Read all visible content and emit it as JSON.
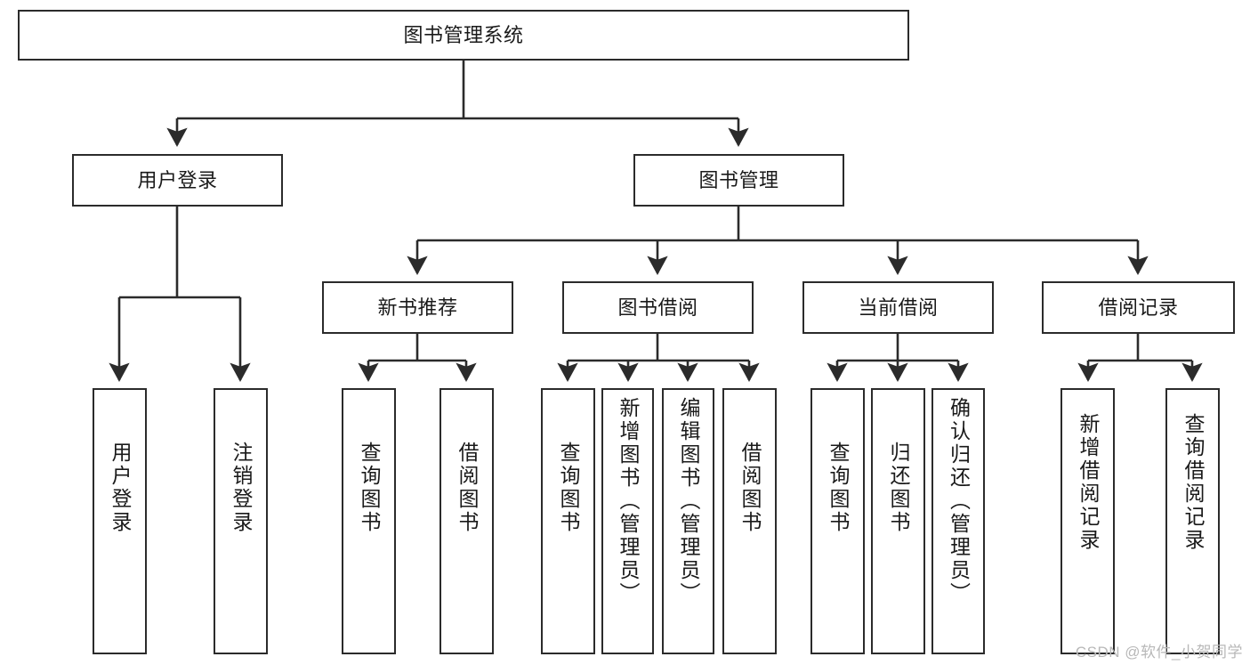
{
  "diagram": {
    "title": "图书管理系统",
    "type": "tree-hierarchy-diagram",
    "watermark": "CSDN @软件_小贺同学",
    "colors": {
      "box_border": "#2b2b2b",
      "box_fill": "#ffffff",
      "edge": "#2b2b2b",
      "text": "#1a1a1a",
      "watermark": "#b8b8b8",
      "background": "#ffffff"
    },
    "nodes": {
      "root": {
        "label": "图书管理系统",
        "level": 1,
        "orientation": "horizontal"
      },
      "user_login": {
        "label": "用户登录",
        "level": 2,
        "orientation": "horizontal"
      },
      "book_manage": {
        "label": "图书管理",
        "level": 2,
        "orientation": "horizontal"
      },
      "new_book_rec": {
        "label": "新书推荐",
        "level": 3,
        "orientation": "horizontal"
      },
      "book_borrow": {
        "label": "图书借阅",
        "level": 3,
        "orientation": "horizontal"
      },
      "current_borrow": {
        "label": "当前借阅",
        "level": 3,
        "orientation": "horizontal"
      },
      "borrow_record": {
        "label": "借阅记录",
        "level": 3,
        "orientation": "horizontal"
      },
      "leaf_user_login": {
        "label": "用户登录",
        "level": 3,
        "orientation": "vertical"
      },
      "leaf_logout": {
        "label": "注销登录",
        "level": 3,
        "orientation": "vertical"
      },
      "leaf_query_book_1": {
        "label": "查询图书",
        "level": 4,
        "orientation": "vertical"
      },
      "leaf_borrow_book_1": {
        "label": "借阅图书",
        "level": 4,
        "orientation": "vertical"
      },
      "leaf_query_book_2": {
        "label": "查询图书",
        "level": 4,
        "orientation": "vertical"
      },
      "leaf_add_book": {
        "label": "新增图书（管理员）",
        "level": 4,
        "orientation": "vertical"
      },
      "leaf_edit_book": {
        "label": "编辑图书（管理员）",
        "level": 4,
        "orientation": "vertical"
      },
      "leaf_borrow_book_2": {
        "label": "借阅图书",
        "level": 4,
        "orientation": "vertical"
      },
      "leaf_query_book_3": {
        "label": "查询图书",
        "level": 4,
        "orientation": "vertical"
      },
      "leaf_return_book": {
        "label": "归还图书",
        "level": 4,
        "orientation": "vertical"
      },
      "leaf_confirm_return": {
        "label": "确认归还（管理员）",
        "level": 4,
        "orientation": "vertical"
      },
      "leaf_add_record": {
        "label": "新增借阅记录",
        "level": 4,
        "orientation": "vertical"
      },
      "leaf_query_record": {
        "label": "查询借阅记录",
        "level": 4,
        "orientation": "vertical"
      }
    },
    "edges": [
      {
        "from": "root",
        "to": "user_login"
      },
      {
        "from": "root",
        "to": "book_manage"
      },
      {
        "from": "user_login",
        "to": "leaf_user_login"
      },
      {
        "from": "user_login",
        "to": "leaf_logout"
      },
      {
        "from": "book_manage",
        "to": "new_book_rec"
      },
      {
        "from": "book_manage",
        "to": "book_borrow"
      },
      {
        "from": "book_manage",
        "to": "current_borrow"
      },
      {
        "from": "book_manage",
        "to": "borrow_record"
      },
      {
        "from": "new_book_rec",
        "to": "leaf_query_book_1"
      },
      {
        "from": "new_book_rec",
        "to": "leaf_borrow_book_1"
      },
      {
        "from": "book_borrow",
        "to": "leaf_query_book_2"
      },
      {
        "from": "book_borrow",
        "to": "leaf_add_book"
      },
      {
        "from": "book_borrow",
        "to": "leaf_edit_book"
      },
      {
        "from": "book_borrow",
        "to": "leaf_borrow_book_2"
      },
      {
        "from": "current_borrow",
        "to": "leaf_query_book_3"
      },
      {
        "from": "current_borrow",
        "to": "leaf_return_book"
      },
      {
        "from": "current_borrow",
        "to": "leaf_confirm_return"
      },
      {
        "from": "borrow_record",
        "to": "leaf_add_record"
      },
      {
        "from": "borrow_record",
        "to": "leaf_query_record"
      }
    ]
  }
}
